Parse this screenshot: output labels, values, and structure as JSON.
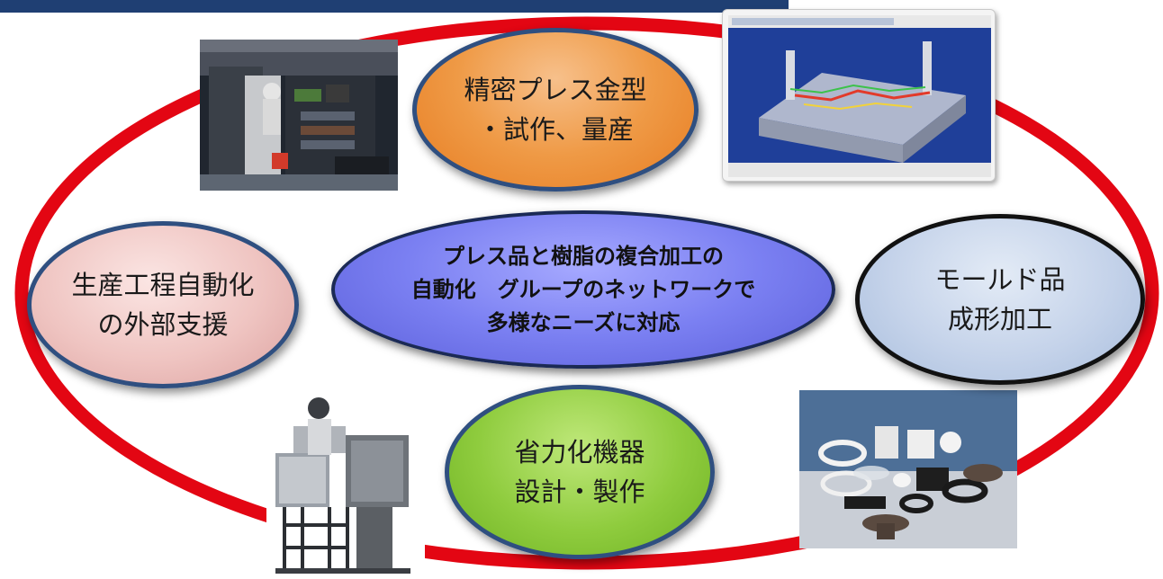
{
  "diagram": {
    "header_bar_color": "#1f3f73",
    "ring_color": "#e30613",
    "center": {
      "lines": [
        "プレス品と樹脂の複合加工の",
        "自動化　グループのネットワークで",
        "多様なニーズに対応"
      ]
    },
    "nodes": {
      "press": {
        "lines": [
          "精密プレス金型",
          "・試作、量産"
        ],
        "color": "#ef9a46"
      },
      "automation": {
        "lines": [
          "生産工程自動化",
          "の外部支援"
        ],
        "color": "#efc4c1"
      },
      "molding": {
        "lines": [
          "モールド品",
          "成形加工"
        ],
        "color": "#c5d3ea"
      },
      "labor_saving": {
        "lines": [
          "省力化機器",
          "設計・製作"
        ],
        "color": "#8fcc3e"
      }
    },
    "images": {
      "factory": "factory-floor-photo",
      "cad": "mold-cad-screenshot",
      "robot": "robot-machine-rendering",
      "parts": "molded-parts-photo"
    }
  }
}
